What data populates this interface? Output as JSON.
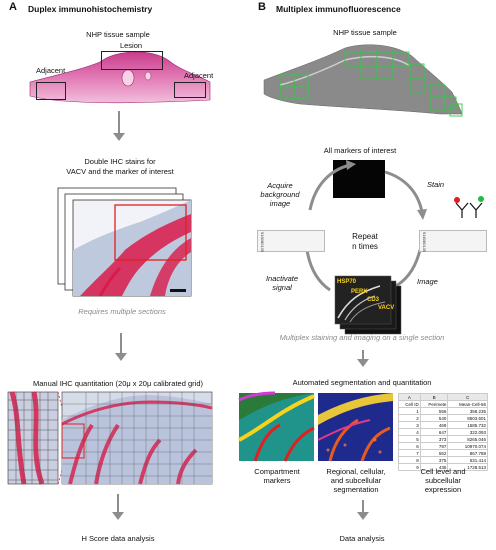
{
  "panel_a": {
    "letter": "A",
    "title": "Duplex immunohistochemistry",
    "sample_label": "NHP tissue sample",
    "lesion": "Lesion",
    "adjacent_left": "Adjacent",
    "adjacent_right": "Adjacent",
    "double_stain_line1": "Double IHC stains for",
    "double_stain_line2": "VACV and the marker of interest",
    "requires": "Requires multiple sections",
    "manual": "Manual IHC quantitation (20μ x 20μ calibrated grid)",
    "hscore": "H Score data analysis"
  },
  "panel_b": {
    "letter": "B",
    "title": "Multiplex immunofluorescence",
    "sample_label": "NHP tissue sample",
    "all_markers": "All markers of interest",
    "acquire_line1": "Acquire",
    "acquire_line2": "background",
    "acquire_line3": "image",
    "stain": "Stain",
    "repeat_line1": "Repeat",
    "repeat_line2": "n times",
    "inactivate_line1": "Inactivate",
    "inactivate_line2": "signal",
    "image": "Image",
    "slide_id_left": "916080135",
    "slide_id_right": "916080135",
    "markers": [
      "HSP70",
      "PERK",
      "CD3",
      "VACV"
    ],
    "multiplex_note": "Multiplex staining and imaging on a single section",
    "automated": "Automated segmentation and quantitation",
    "compartment_line1": "Compartment",
    "compartment_line2": "markers",
    "regional_line1": "Regional, cellular,",
    "regional_line2": "and subcellular",
    "regional_line3": "segmentation",
    "celllevel_line1": "Cell level and",
    "celllevel_line2": "subcellular",
    "celllevel_line3": "expression",
    "data_analysis": "Data analysis"
  },
  "spreadsheet": {
    "col_letters": [
      "A",
      "B",
      "C"
    ],
    "headers": [
      "Cell ID",
      "Perimete",
      "Mean-Cell-56"
    ],
    "rows": [
      [
        "1",
        "556",
        "358.235"
      ],
      [
        "2",
        "540",
        "8503.601"
      ],
      [
        "3",
        "469",
        "1585.732"
      ],
      [
        "4",
        "647",
        "322.093"
      ],
      [
        "5",
        "373",
        "8265.046"
      ],
      [
        "6",
        "797",
        "10970.074"
      ],
      [
        "7",
        "552",
        "867.788"
      ],
      [
        "8",
        "375",
        "531.414"
      ],
      [
        "9",
        "436",
        "1728.513"
      ]
    ]
  },
  "colors": {
    "arrow_gray": "#8d8d8d",
    "roi_green": "#2ecc40",
    "ihc_red": "#d81b4a",
    "ihc_blue": "#8fa3c8",
    "box_red": "#e02020"
  }
}
